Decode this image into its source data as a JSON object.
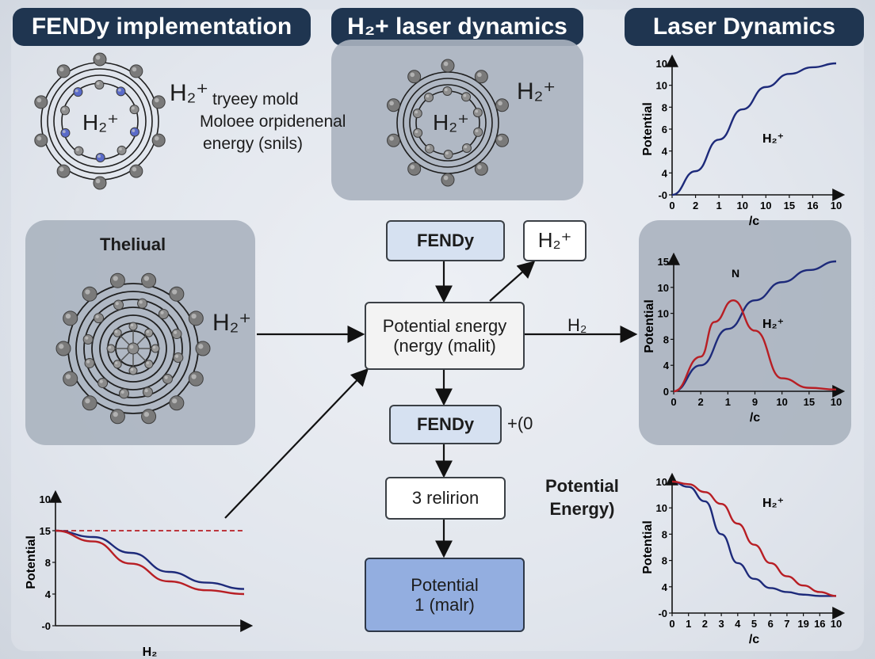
{
  "headers": {
    "left": "FENDy implementation",
    "middle": "H₂+ laser dynamics",
    "right": "Laser Dynamics"
  },
  "top_left": {
    "center_label": "H₂⁺",
    "side_label": "H₂⁺",
    "desc1": "tryeey mold",
    "desc2": "Moloee orpidenenal",
    "desc3": "energy (snils)"
  },
  "top_middle": {
    "center_label": "H₂⁺",
    "side_label": "H₂⁺"
  },
  "mid_left": {
    "title": "Theliual",
    "side_label": "H₂⁺"
  },
  "flow": {
    "fendy1": "FENDy",
    "h2plus": "H₂⁺",
    "potential_line1": "Potential εnergy",
    "potential_line2": "(nergy (malit)",
    "arrow_label": "H₂",
    "fendy2": "FENDy",
    "fendy2_side": "+(0",
    "relirion": "3 relirion",
    "final_line1": "Potential",
    "final_line2": "1 (malr)"
  },
  "mid_right_note": {
    "line1": "Potential",
    "line2": "Energy)"
  },
  "colors": {
    "header_bg": "#1f3550",
    "panel_bg": "#aab3bf",
    "curve_blue": "#1d2a7a",
    "curve_red": "#b81e24",
    "box_blue": "#d6e1f1",
    "box_dark": "#93aee0"
  },
  "chart_data": [
    {
      "type": "line",
      "ylabel": "Potential",
      "xlabel": "/c",
      "x_ticks": [
        "0",
        "2",
        "1",
        "10",
        "10",
        "15",
        "16",
        "10"
      ],
      "y_ticks": [
        "-0",
        "4",
        "4",
        "6",
        "8",
        "10",
        "10"
      ],
      "annotation": "H₂⁺",
      "series": [
        {
          "color": "#1d2a7a",
          "x": [
            0,
            1,
            2,
            3,
            4,
            5,
            6,
            7
          ],
          "y": [
            0,
            1.8,
            4.2,
            6.5,
            8.2,
            9.2,
            9.7,
            10
          ]
        }
      ]
    },
    {
      "type": "line",
      "ylabel": "Potential",
      "xlabel": "/c",
      "x_ticks": [
        "0",
        "2",
        "1",
        "9",
        "10",
        "15",
        "10"
      ],
      "y_ticks": [
        "0",
        "4",
        "8",
        "10",
        "10",
        "15"
      ],
      "annotation": "H₂⁺",
      "peak_label": "N",
      "series": [
        {
          "color": "#1d2a7a",
          "x": [
            0,
            1,
            2,
            3,
            4,
            5,
            6
          ],
          "y": [
            0,
            3,
            7.2,
            10.5,
            12.6,
            14,
            15
          ]
        },
        {
          "color": "#b81e24",
          "x": [
            0,
            1,
            1.5,
            2.2,
            3,
            4,
            5,
            6
          ],
          "y": [
            0,
            4,
            8,
            10.5,
            7,
            1.5,
            0.4,
            0.2
          ]
        }
      ]
    },
    {
      "type": "line",
      "ylabel": "Potential",
      "xlabel": "H₂",
      "y_ticks": [
        "-0",
        "4",
        "8",
        "15",
        "10"
      ],
      "series": [
        {
          "color": "#b81e24",
          "style": "dashed",
          "x": [
            0,
            10
          ],
          "y": [
            15,
            15
          ]
        },
        {
          "color": "#1d2a7a",
          "x": [
            0,
            2,
            4,
            6,
            8,
            10
          ],
          "y": [
            15,
            14,
            11.5,
            8.5,
            6.8,
            5.8
          ]
        },
        {
          "color": "#b81e24",
          "x": [
            0,
            2,
            4,
            6,
            8,
            10
          ],
          "y": [
            15,
            13.3,
            9.8,
            7,
            5.6,
            5
          ]
        }
      ]
    },
    {
      "type": "line",
      "ylabel": "Potential",
      "xlabel": "/c",
      "x_ticks": [
        "0",
        "1",
        "2",
        "3",
        "4",
        "5",
        "6",
        "7",
        "19",
        "16",
        "10"
      ],
      "y_ticks": [
        "-0",
        "4",
        "8",
        "8",
        "10",
        "10"
      ],
      "annotation": "H₂⁺",
      "series": [
        {
          "color": "#1d2a7a",
          "x": [
            0,
            1,
            2,
            3,
            4,
            5,
            6,
            7,
            8,
            9,
            10
          ],
          "y": [
            10,
            9.6,
            8.5,
            6,
            3.8,
            2.6,
            1.9,
            1.6,
            1.4,
            1.3,
            1.3
          ]
        },
        {
          "color": "#b81e24",
          "x": [
            0,
            1,
            2,
            3,
            4,
            5,
            6,
            7,
            8,
            9,
            10
          ],
          "y": [
            10,
            9.8,
            9.2,
            8.3,
            6.8,
            5.2,
            3.8,
            2.8,
            2.1,
            1.6,
            1.3
          ]
        }
      ]
    }
  ]
}
